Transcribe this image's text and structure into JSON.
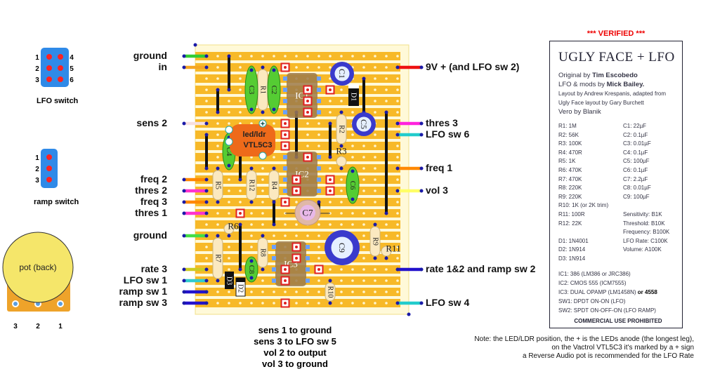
{
  "left_labels": [
    {
      "text": "ground",
      "row": 0,
      "color": "#33cc33"
    },
    {
      "text": "in",
      "row": 1,
      "color": "#f5a623"
    },
    {
      "text": "sens 2",
      "row": 6,
      "color": "#f7e0e0"
    },
    {
      "text": "freq 2",
      "row": 11,
      "color": "#ff8800"
    },
    {
      "text": "thres 2",
      "row": 12,
      "color": "#ff33cc"
    },
    {
      "text": "freq 3",
      "row": 13,
      "color": "#ff8800"
    },
    {
      "text": "thres 1",
      "row": 14,
      "color": "#ff33cc"
    },
    {
      "text": "ground",
      "row": 16,
      "color": "#44dd44"
    },
    {
      "text": "rate 3",
      "row": 19,
      "color": "#cccc22"
    },
    {
      "text": "LFO sw 1",
      "row": 20,
      "color": "#33cccc"
    },
    {
      "text": "ramp sw 1",
      "row": 21,
      "color": "#2211cc"
    },
    {
      "text": "ramp sw 3",
      "row": 22,
      "color": "#2211cc"
    }
  ],
  "right_labels": [
    {
      "text": "9V + (and LFO sw 2)",
      "row": 1,
      "color": "#ee1111"
    },
    {
      "text": "thres 3",
      "row": 6,
      "color": "#ff22dd"
    },
    {
      "text": "LFO sw 6",
      "row": 7,
      "color": "#22cccc"
    },
    {
      "text": "freq 1",
      "row": 10,
      "color": "#ff8800"
    },
    {
      "text": "vol 3",
      "row": 12,
      "color": "#ffff66"
    },
    {
      "text": "rate 1&2 and ramp sw 2",
      "row": 19,
      "color": "#2211cc"
    },
    {
      "text": "LFO sw 4",
      "row": 22,
      "color": "#22cccc"
    }
  ],
  "components": {
    "C1": "C1",
    "C2": "C2",
    "C3": "C3",
    "C4": "C4",
    "C5": "C5",
    "C6": "C6",
    "C7": "C7",
    "C8": "C8",
    "C9": "C9",
    "R1": "R1",
    "R2": "R2",
    "R3": "R3",
    "R4": "R4",
    "R5": "R5",
    "R6": "R6",
    "R7": "R7",
    "R8": "R8",
    "R9": "R9",
    "R10": "R10",
    "R11": "R11",
    "R12": "R12",
    "D1": "D1",
    "D2": "D2",
    "D3": "D3",
    "IC1": "IC1",
    "IC2": "IC2",
    "IC3": "IC3",
    "ledldr_line1": "led/ldr",
    "ledldr_line2": "VTL5C3"
  },
  "lfo_switch": {
    "caption": "LFO switch",
    "pins_left": [
      "1",
      "2",
      "3"
    ],
    "pins_right": [
      "4",
      "5",
      "6"
    ]
  },
  "ramp_switch": {
    "caption": "ramp switch",
    "pins": [
      "1",
      "2",
      "3"
    ]
  },
  "pot": {
    "label": "pot (back)",
    "pins": [
      "3",
      "2",
      "1"
    ]
  },
  "bottom_notes": [
    "sens 1 to ground",
    "sens 3 to LFO sw 5",
    "vol 2 to output",
    "vol 3 to ground"
  ],
  "panel": {
    "verified": "*** VERIFIED ***",
    "title": "UGLY FACE + LFO",
    "original_prefix": "Original by ",
    "original_name": "Tim Escobedo",
    "lfo_prefix": "LFO & mods by ",
    "lfo_name": "Mick Bailey.",
    "layout_line1": "Layout by Andrew Krespanis, adapted from",
    "layout_line2": "Ugly Face layout by Gary Burchett",
    "vero": "Vero by Blanik",
    "parts_left": [
      "R1:  1M",
      "R2:  56K",
      "R3:  100K",
      "R4:  470R",
      "R5:  1K",
      "R6:  470K",
      "R7:  470K",
      "R8:  220K",
      "R9:  220K",
      "R10: 1K (or 2K trim)",
      "R11: 100R",
      "R12: 22K",
      "",
      "D1: 1N4001",
      "D2: 1N914",
      "D3: 1N914"
    ],
    "parts_right": [
      "C1: 22µF",
      "C2: 0.1µF",
      "C3: 0.01µF",
      "C4: 0.1µF",
      "C5: 100µF",
      "C6: 0.1µF",
      "C7: 2.2µF",
      "C8: 0.01µF",
      "C9: 100µF",
      "",
      "Sensitivity: B1K",
      "Threshold: B10K",
      "Frequency: B100K",
      "LFO Rate: C100K",
      "Volume: A100K"
    ],
    "ics": [
      "IC1: 386 (LM386 or JRC386)",
      "IC2: CMOS 555 (ICM7555)",
      "IC3: DUAL OPAMP (LM1458N)",
      "SW1: DPDT ON-ON (LFO)",
      "SW2: SPDT ON-OFF-ON (LFO RAMP)"
    ],
    "ic3_extra": " or 4558",
    "commercial": "COMMERCIAL USE PROHIBITED"
  },
  "note_lines": [
    "Note: the LED/LDR position, the + is the LEDs anode (the longest leg),",
    "on the Vactrol VTL5C3 it's marked by a + sign",
    "a Reverse Audio pot is recommended for the LFO Rate"
  ],
  "colors": {
    "board": "#f7b928",
    "strip_gap": "#fde9a0",
    "hole": "#fff6d0",
    "node": "#1a1aa8",
    "cut": "#e02020",
    "cap_green": "#55cc33",
    "electrolytic": "#3a3acc",
    "resistor": "#fbe9c0",
    "ic": "#9c7a4a",
    "ledldr": "#ee6a1a",
    "switch": "#2f8ae8",
    "pot": "#f5e66a",
    "pot_base": "#eea32a"
  }
}
